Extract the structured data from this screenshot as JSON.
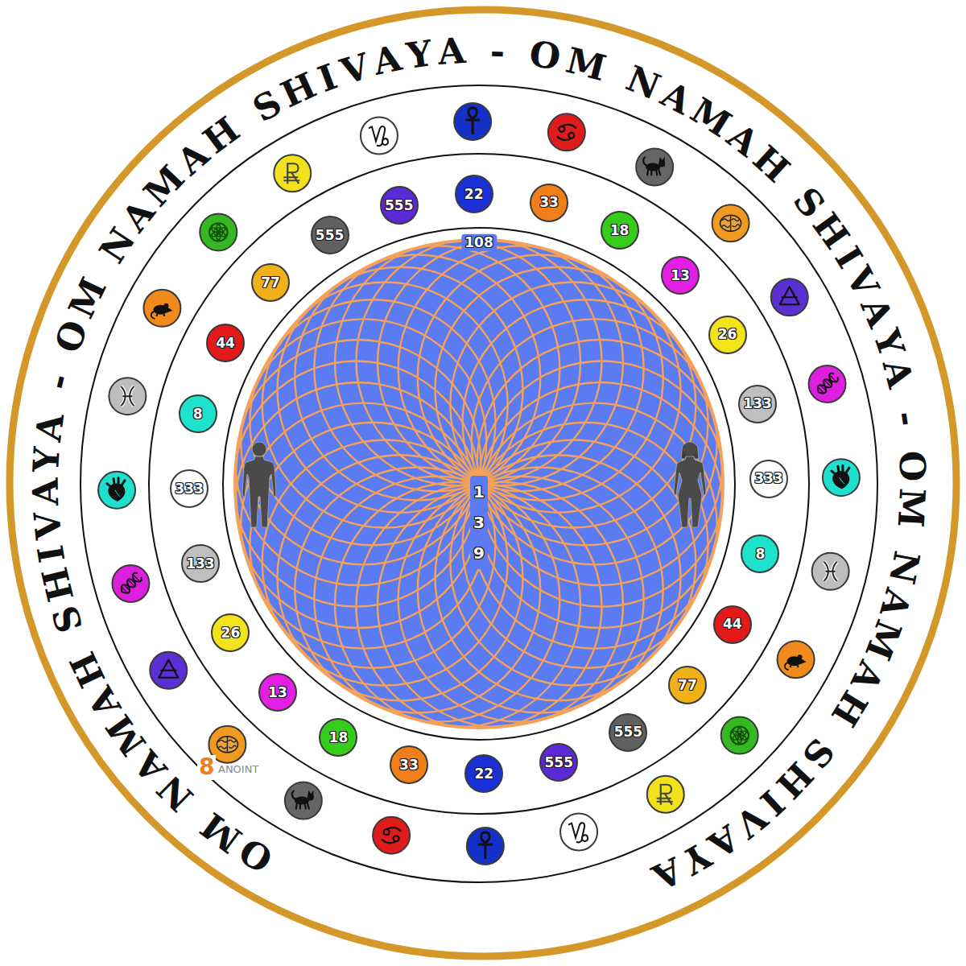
{
  "diagram": {
    "nodes": [
      {
        "text": [
          "108",
          "1 3 9"
        ]
      },
      {
        "text": [
          "22"
        ]
      },
      {
        "text": [
          "33"
        ]
      },
      {
        "text": [
          "18"
        ]
      },
      {
        "text": [
          "13"
        ]
      },
      {
        "text": [
          "26"
        ]
      },
      {
        "text": [
          "133"
        ]
      },
      {
        "text": [
          "333"
        ]
      },
      {
        "text": [
          "8"
        ]
      },
      {
        "text": [
          "44"
        ]
      },
      {
        "text": [
          "77"
        ]
      },
      {
        "text": [
          "555"
        ]
      },
      {
        "text": [
          "555"
        ]
      },
      {
        "text": [
          "22"
        ]
      },
      {
        "text": [
          "33"
        ]
      },
      {
        "text": [
          "18"
        ]
      },
      {
        "text": [
          "13"
        ]
      },
      {
        "text": [
          "26"
        ]
      },
      {
        "text": [
          "133"
        ]
      },
      {
        "text": [
          "333"
        ]
      },
      {
        "text": [
          "8"
        ]
      },
      {
        "text": [
          "44"
        ]
      },
      {
        "text": [
          "77"
        ]
      },
      {
        "text": [
          "555"
        ]
      },
      {
        "text": [
          "555"
        ]
      }
    ],
    "labels": [
      "OM NAMAH SHIVAYA",
      "-",
      "OM NAMAH SHIVAYA",
      "-",
      "OM NAMAH SHIVAYA",
      "-",
      "OM NAMAH SHIVAYA",
      "8",
      "ANOINT"
    ]
  }
}
